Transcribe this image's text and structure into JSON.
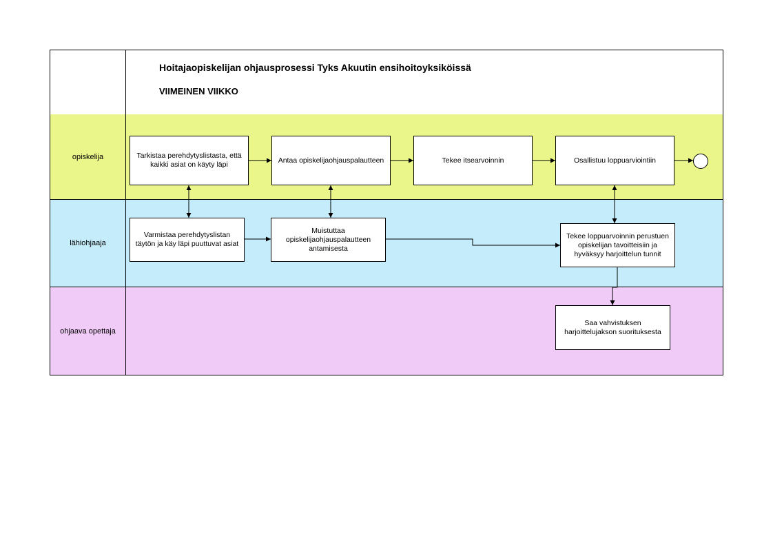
{
  "header": {
    "title": "Hoitajaopiskelijan ohjausprosessi Tyks Akuutin ensihoitoyksiköissä",
    "subtitle": "VIIMEINEN VIIKKO"
  },
  "lanes": [
    {
      "label": "opiskelija",
      "color": "#eaf689"
    },
    {
      "label": "lähiohjaaja",
      "color": "#c5ecfa"
    },
    {
      "label": "ohjaava opettaja",
      "color": "#f1cbf7"
    }
  ],
  "steps": {
    "check_list": "Tarkistaa perehdytyslistasta, että kaikki asiat on käyty läpi",
    "give_feedback": "Antaa opiskelijaohjauspalautteen",
    "self_assessment": "Tekee itsearvoinnin",
    "final_assessment": "Osallistuu loppuarviointiin",
    "ensure_list": "Varmistaa perehdytyslistan täytön ja käy läpi puuttuvat asiat",
    "remind_feedback": "Muistuttaa opiskelijaohjauspalautteen antamisesta",
    "supervisor_assessment": "Tekee loppuarvoinnin perustuen opiskelijan tavoitteisiin ja hyväksyy harjoittelun tunnit",
    "teacher_confirmation": "Saa vahvistuksen harjoittelujakson suorituksesta"
  }
}
